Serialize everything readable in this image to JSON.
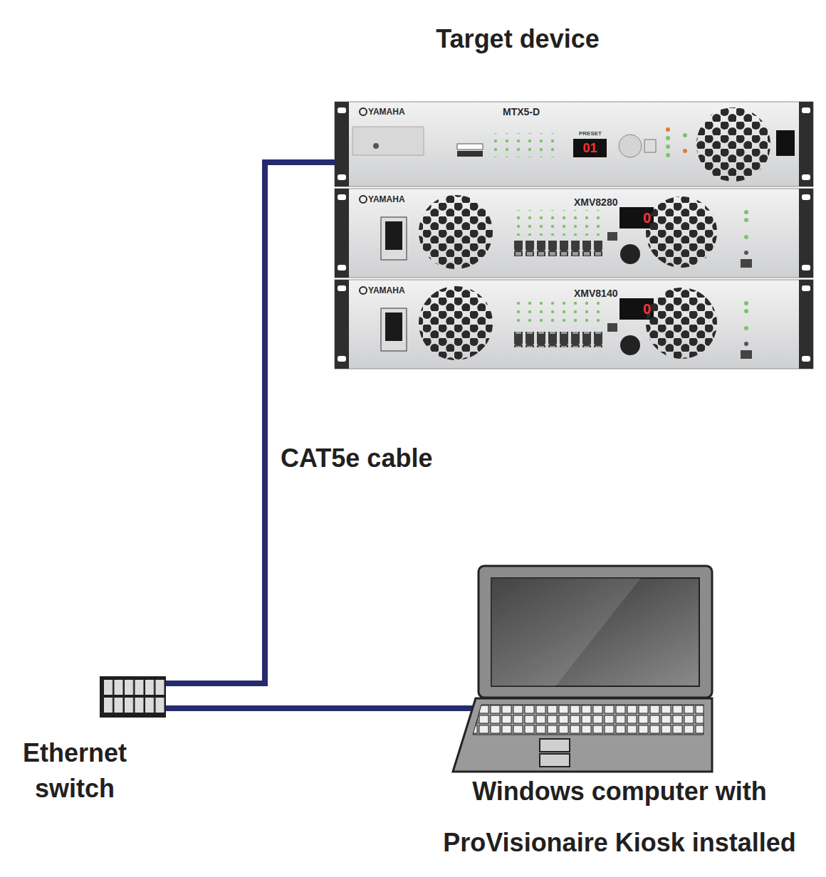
{
  "diagram": {
    "nodes": [
      {
        "text": [
          "Target device"
        ]
      },
      {
        "text": [
          "Ethernet switch"
        ]
      },
      {
        "text": [
          "Windows computer with ProVisionaire Kiosk installed"
        ]
      }
    ],
    "edges": [
      {
        "from": 0,
        "to": 1,
        "label": "CAT5e cable",
        "arrow": "none"
      },
      {
        "from": 1,
        "to": 2,
        "arrow": "none"
      }
    ],
    "labels": [
      "YAMAHA",
      "MTX5-D",
      "PRESET",
      "01",
      "YAMAHA",
      "XMV8280",
      "0",
      "YAMAHA",
      "XMV8140",
      "0"
    ]
  }
}
